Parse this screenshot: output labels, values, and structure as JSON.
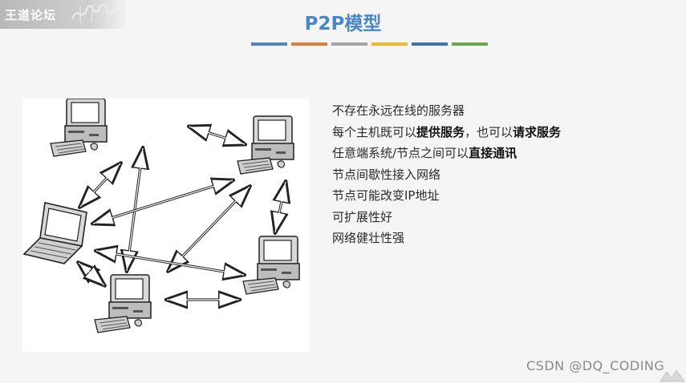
{
  "watermark": {
    "text": "王道论坛"
  },
  "title": "P2P模型",
  "colors": {
    "title": "#4a86c8",
    "bars": [
      "#4a86c8",
      "#e07b39",
      "#a5a5a5",
      "#f2b92a",
      "#3f6fb6",
      "#6aa84f"
    ]
  },
  "bullets": [
    {
      "segments": [
        {
          "text": "不存在永远在线的服务器",
          "bold": false
        }
      ]
    },
    {
      "segments": [
        {
          "text": "每个主机既可以",
          "bold": false
        },
        {
          "text": "提供服务",
          "bold": true
        },
        {
          "text": "，也可以",
          "bold": false
        },
        {
          "text": "请求服务",
          "bold": true
        }
      ]
    },
    {
      "segments": [
        {
          "text": "任意端系统/节点之间可以",
          "bold": false
        },
        {
          "text": "直接通讯",
          "bold": true
        }
      ]
    },
    {
      "segments": [
        {
          "text": "节点间歇性接入网络",
          "bold": false
        }
      ]
    },
    {
      "segments": [
        {
          "text": "节点可能改变IP地址",
          "bold": false
        }
      ]
    },
    {
      "segments": [
        {
          "text": "可扩展性好",
          "bold": false
        }
      ]
    },
    {
      "segments": [
        {
          "text": "网络健壮性强",
          "bold": false
        }
      ]
    }
  ],
  "footer_watermark": "CSDN @DQ_CODING",
  "diagram": {
    "nodes": [
      {
        "name": "desktop-top",
        "type": "desktop"
      },
      {
        "name": "desktop-right-top",
        "type": "desktop"
      },
      {
        "name": "laptop-left",
        "type": "laptop"
      },
      {
        "name": "desktop-right-bottom",
        "type": "desktop"
      },
      {
        "name": "desktop-bottom",
        "type": "desktop"
      }
    ],
    "links": [
      [
        "desktop-top",
        "desktop-right-top"
      ],
      [
        "desktop-top",
        "laptop-left"
      ],
      [
        "desktop-top",
        "desktop-bottom"
      ],
      [
        "desktop-right-top",
        "laptop-left"
      ],
      [
        "desktop-right-top",
        "desktop-bottom"
      ],
      [
        "desktop-right-top",
        "desktop-right-bottom"
      ],
      [
        "laptop-left",
        "desktop-right-bottom"
      ],
      [
        "laptop-left",
        "desktop-bottom"
      ],
      [
        "desktop-bottom",
        "desktop-right-bottom"
      ],
      [
        "desktop-top",
        "desktop-right-bottom"
      ]
    ]
  }
}
